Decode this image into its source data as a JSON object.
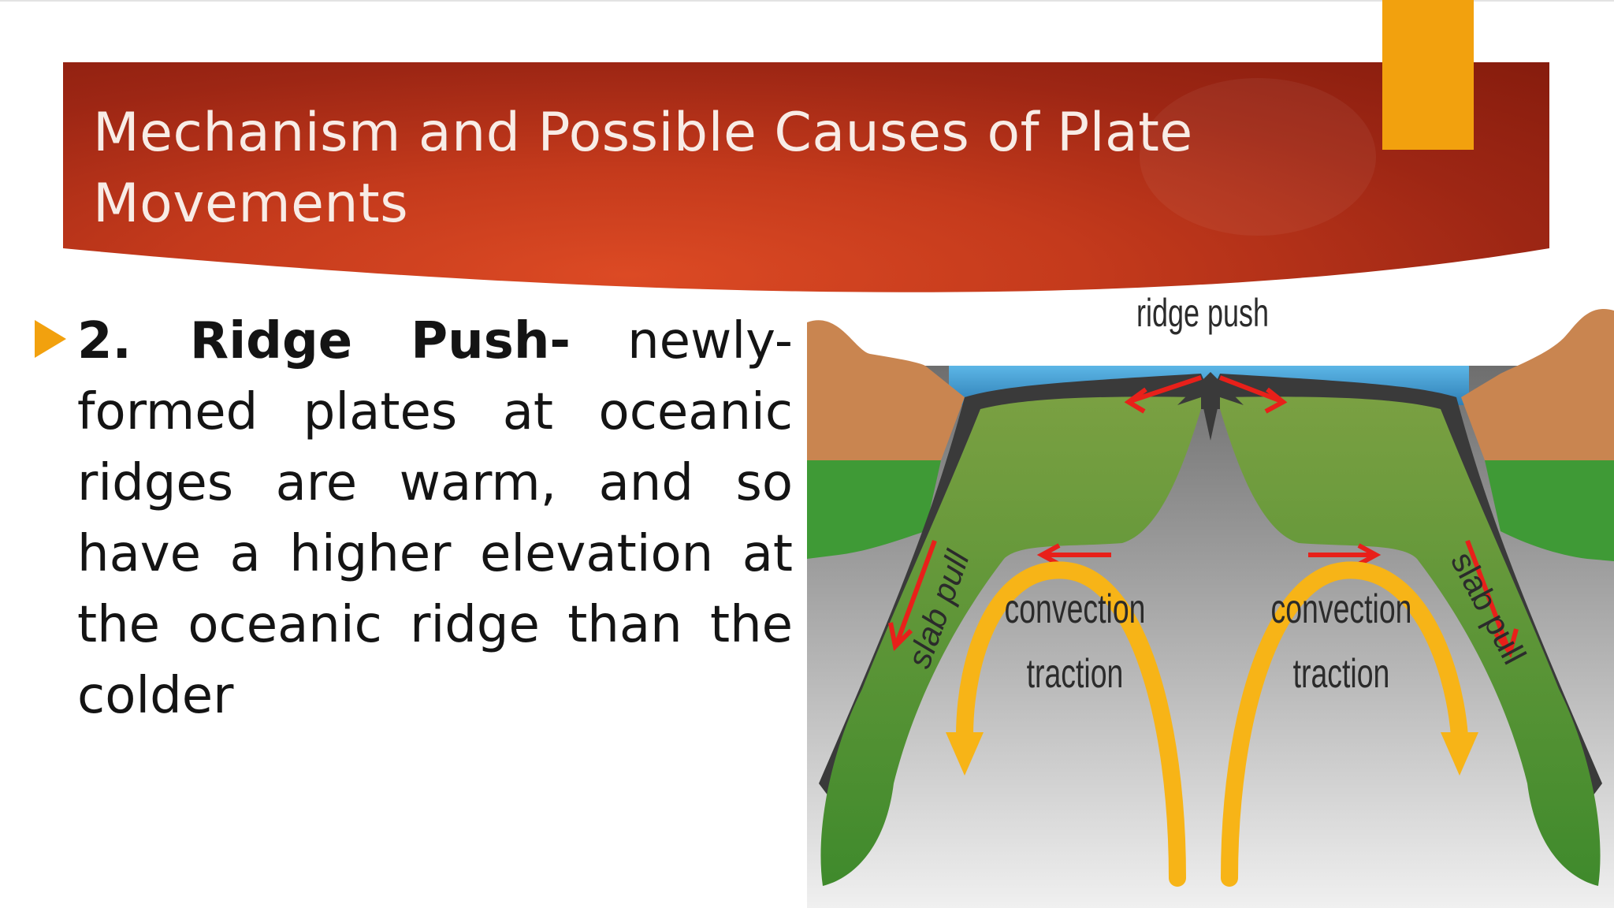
{
  "slide": {
    "title": "Mechanism and Possible Causes of Plate Movements",
    "bullet": {
      "heading": "2. Ridge Push-",
      "text": " newly-formed plates at oceanic ridges are warm, and so have a higher elevation at the oceanic ridge than the colder"
    }
  },
  "diagram": {
    "labels": {
      "ridge_push": "ridge push",
      "slab_pull_left": "slab pull",
      "slab_pull_right": "slab pull",
      "convection_left_1": "convection",
      "convection_left_2": "traction",
      "convection_right_1": "convection",
      "convection_right_2": "traction"
    },
    "colors": {
      "banner": "#c43a1c",
      "accent": "#f2a10e",
      "plate": "#6d9a3a",
      "crust_edge": "#3a3a3a",
      "ocean": "#4aa3d8",
      "continent": "#c98550",
      "arrow_red": "#e8201a",
      "convection_arrow": "#f7b417"
    }
  }
}
